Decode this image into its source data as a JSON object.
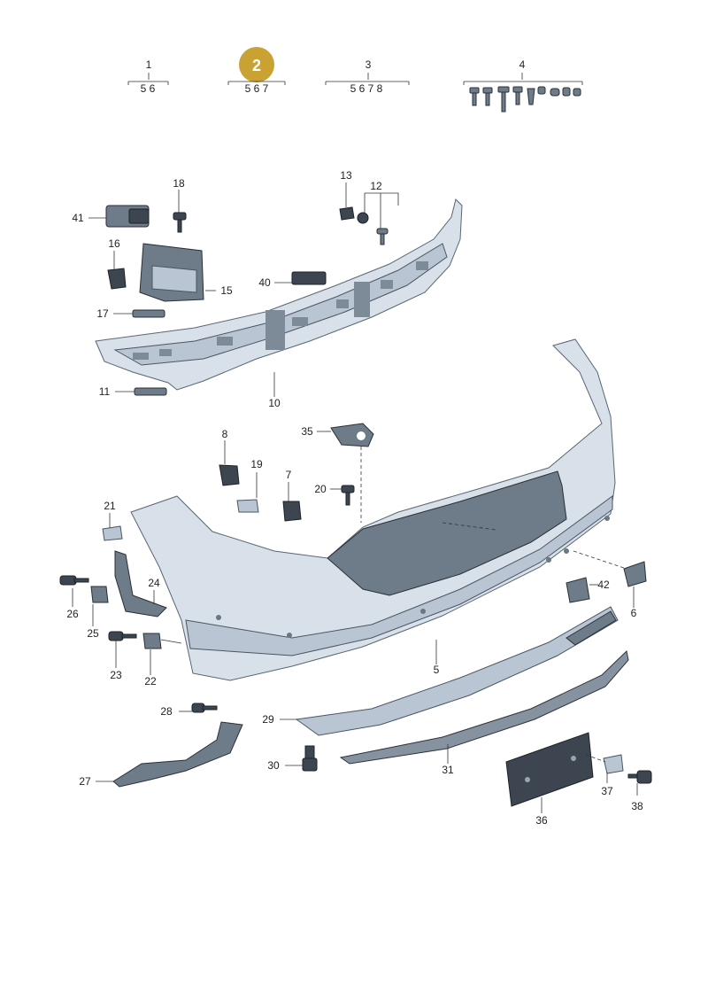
{
  "kit_groups": [
    {
      "number": "1",
      "items": "5 6"
    },
    {
      "number": "2",
      "items": "5 6 7"
    },
    {
      "number": "3",
      "items": "5 6 7 8"
    },
    {
      "number": "4",
      "items": ""
    }
  ],
  "highlight_color": "#c9a233",
  "parts": {
    "p5": "5",
    "p6": "6",
    "p7": "7",
    "p8": "8",
    "p10": "10",
    "p11": "11",
    "p12": "12",
    "p13": "13",
    "p15": "15",
    "p16": "16",
    "p17": "17",
    "p18": "18",
    "p19": "19",
    "p20": "20",
    "p21": "21",
    "p22": "22",
    "p23": "23",
    "p24": "24",
    "p25": "25",
    "p26": "26",
    "p27": "27",
    "p28": "28",
    "p29": "29",
    "p30": "30",
    "p31": "31",
    "p35": "35",
    "p36": "36",
    "p37": "37",
    "p38": "38",
    "p40": "40",
    "p41": "41",
    "p42": "42"
  }
}
